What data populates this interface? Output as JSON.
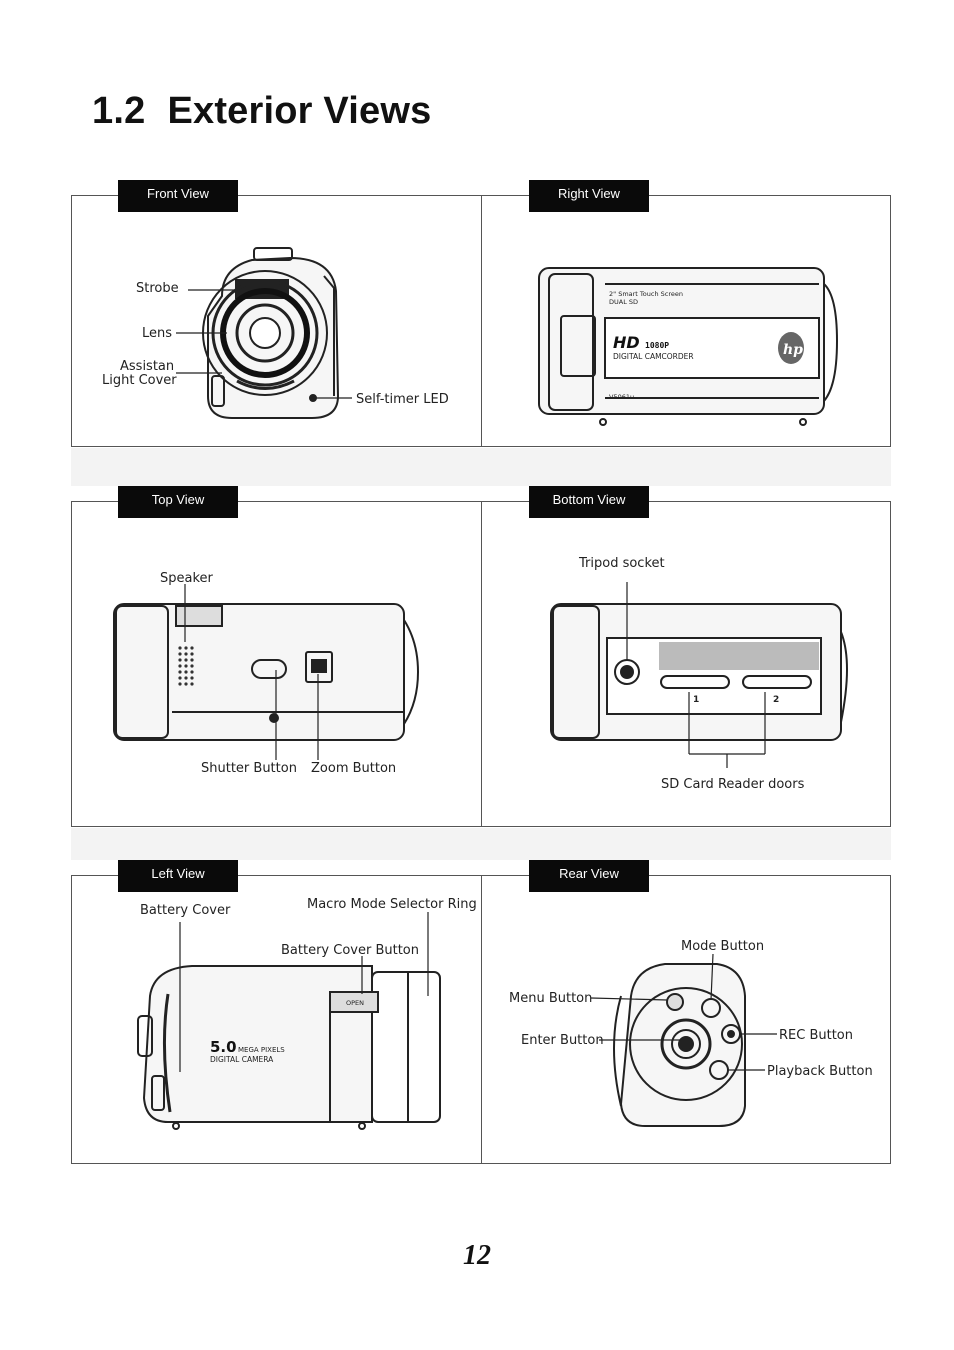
{
  "section": {
    "number": "1.2",
    "title": "Exterior Views"
  },
  "views": {
    "front": {
      "tab": "Front View",
      "labels": {
        "strobe": "Strobe",
        "lens": "Lens",
        "assist_line1": "Assistan",
        "assist_line2": "Light Cover",
        "self_timer": "Self-timer LED"
      }
    },
    "right": {
      "tab": "Right View",
      "print": {
        "screen_line1": "2\" Smart Touch Screen",
        "screen_line2": "DUAL SD",
        "hd": "HD",
        "res": "1080P",
        "type": "DIGITAL CAMCORDER",
        "model": "V5061u",
        "logo": "hp"
      }
    },
    "top": {
      "tab": "Top View",
      "labels": {
        "speaker": "Speaker",
        "shutter": "Shutter Button",
        "zoom": "Zoom Button"
      }
    },
    "bottom": {
      "tab": "Bottom View",
      "labels": {
        "tripod": "Tripod socket",
        "sd_doors": "SD Card Reader doors"
      },
      "slot_numbers": [
        "1",
        "2"
      ]
    },
    "left": {
      "tab": "Left View",
      "labels": {
        "battery_cover": "Battery Cover",
        "macro_ring": "Macro Mode Selector Ring",
        "battery_button": "Battery Cover Button"
      },
      "print": {
        "mp": "5.0",
        "mp_text": "MEGA PIXELS",
        "cam_text": "DIGITAL CAMERA",
        "open": "OPEN"
      }
    },
    "rear": {
      "tab": "Rear View",
      "labels": {
        "mode": "Mode Button",
        "menu": "Menu Button",
        "enter": "Enter Button",
        "rec": "REC Button",
        "playback": "Playback Button"
      }
    }
  },
  "page_number": "12"
}
